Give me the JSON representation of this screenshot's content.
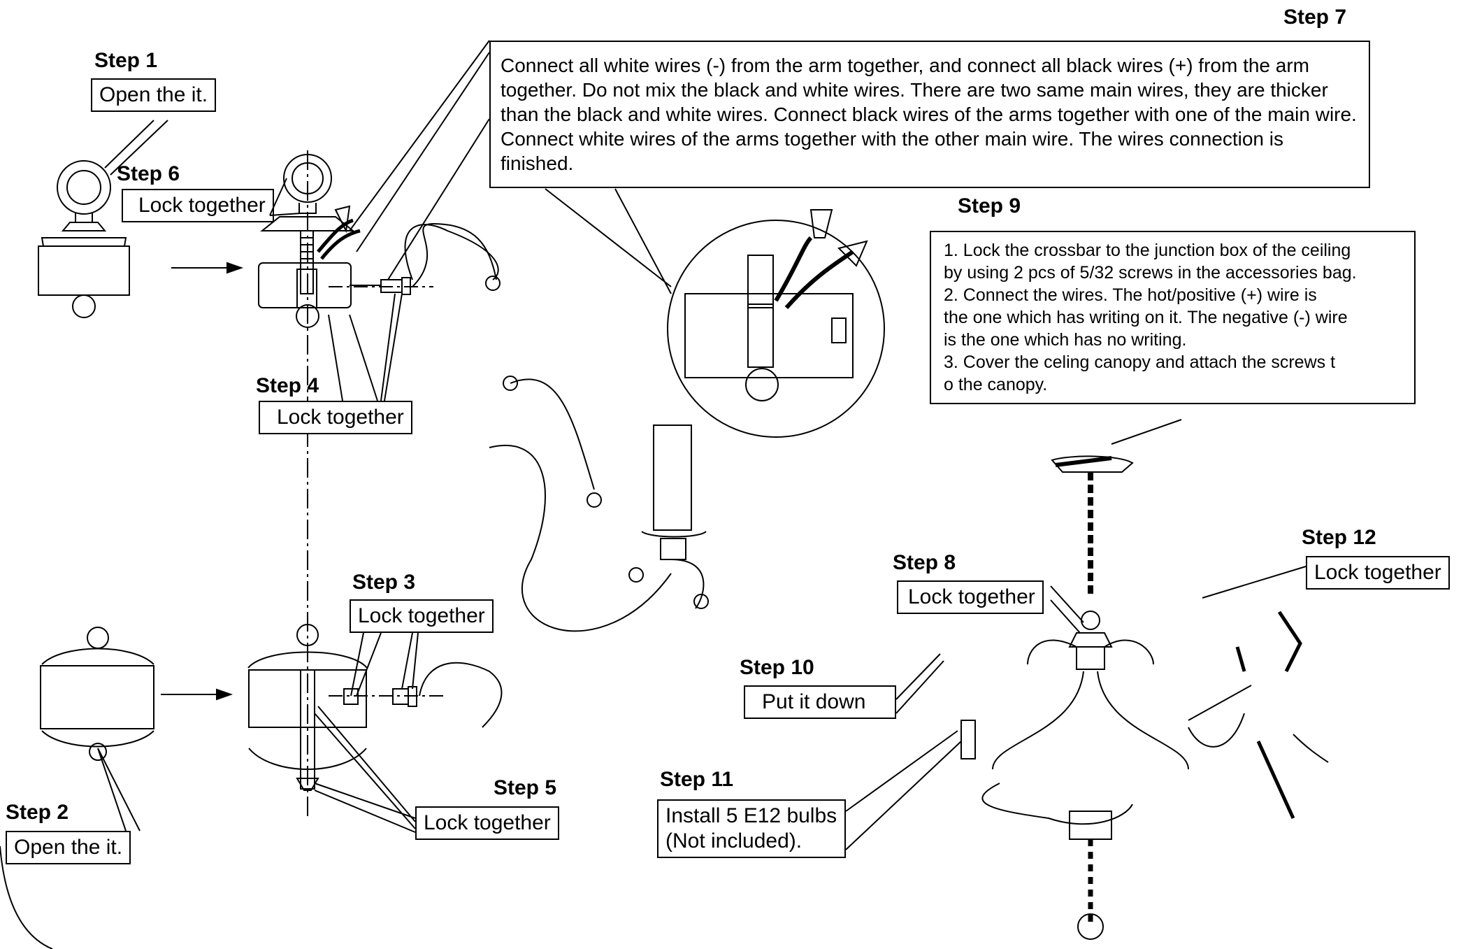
{
  "steps": {
    "s1": {
      "title": "Step 1",
      "label": "Open the it."
    },
    "s2": {
      "title": "Step 2",
      "label": "Open the it."
    },
    "s3": {
      "title": "Step 3",
      "label": "Lock together"
    },
    "s4": {
      "title": "Step 4",
      "label": "Lock together"
    },
    "s5": {
      "title": "Step 5",
      "label": "Lock together"
    },
    "s6": {
      "title": "Step 6",
      "label": "Lock together"
    },
    "s7": {
      "title": "Step 7",
      "label": "Connect all white wires (-) from the arm together, and connect all black wires (+) from the arm together. Do not mix the black and white wires. There are two same main wires, they are thicker than the black and white wires. Connect black wires of the arms together with one of the main wire. Connect white wires of the arms together with the other main wire. The wires connection is finished."
    },
    "s8": {
      "title": "Step 8",
      "label": "Lock together"
    },
    "s9": {
      "title": "Step 9",
      "lines": [
        "1. Lock the crossbar to the junction box of the ceiling",
        "by using 2 pcs of 5/32 screws in the accessories bag.",
        "2. Connect the wires. The hot/positive (+) wire is",
        "the one which has writing on it. The negative (-) wire",
        "is the one which has no writing.",
        "3. Cover the celing canopy and attach the screws t",
        "o the canopy."
      ]
    },
    "s10": {
      "title": "Step 10",
      "label": "Put it down"
    },
    "s11": {
      "title": "Step 11",
      "lines": [
        "Install 5 E12 bulbs",
        "(Not included)."
      ]
    },
    "s12": {
      "title": "Step 12",
      "label": "Lock together"
    }
  }
}
